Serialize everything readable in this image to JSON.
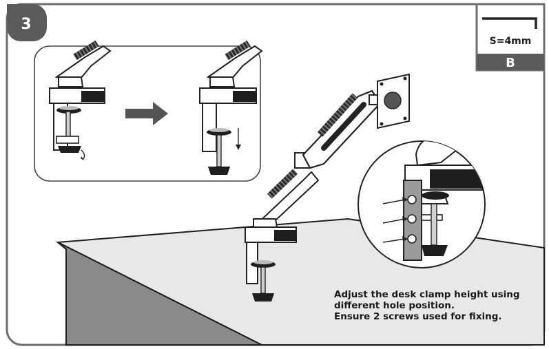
{
  "step": {
    "number": "3"
  },
  "tool": {
    "size": "S=4mm",
    "letter": "B"
  },
  "instructions": [
    "Adjust the desk clamp height using",
    "different hole position.",
    "Ensure 2 screws used for fixing."
  ],
  "colors": {
    "frame": "#6e6e6e",
    "badge": "#5b5b5b",
    "desk": "#e6e6e6",
    "desk_side": "#8a8a8a",
    "ink": "#1e1e1e"
  }
}
